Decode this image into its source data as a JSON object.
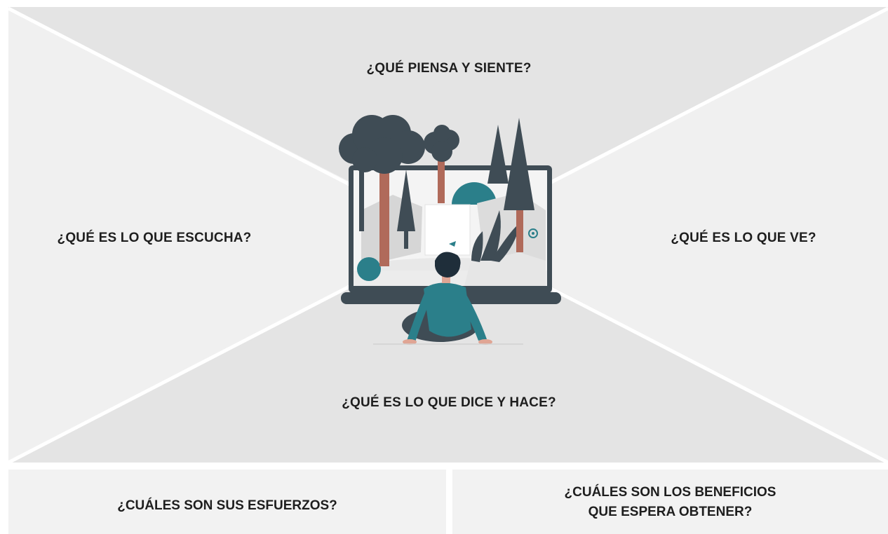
{
  "map": {
    "top_label": "¿QUÉ PIENSA Y SIENTE?",
    "left_label": "¿QUÉ ES LO QUE ESCUCHA?",
    "right_label": "¿QUÉ ES LO QUE VE?",
    "bottom_label": "¿QUÉ ES LO QUE DICE Y HACE?"
  },
  "panels": {
    "pains": "¿CUÁLES SON SUS ESFUERZOS?",
    "gains_line1": "¿CUÁLES SON LOS BENEFICIOS",
    "gains_line2": "QUE ESPERA OBTENER?"
  },
  "colors": {
    "quadrant_top": "#e4e4e4",
    "quadrant_side": "#f0f0f0",
    "quadrant_bottom": "#e4e4e4",
    "panel_bg": "#f2f2f2",
    "dark_slate": "#3f4c55",
    "teal": "#2b7f8a",
    "trunk": "#b06a5a"
  },
  "illustration": {
    "name": "person-watching-nature-on-laptop"
  }
}
